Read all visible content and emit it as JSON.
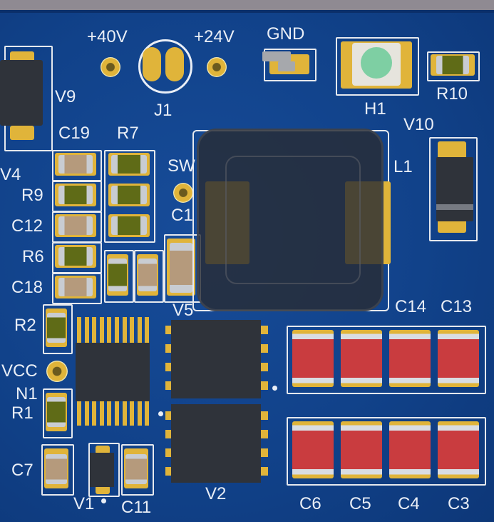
{
  "board": {
    "colors": {
      "solder_mask": "#11428a",
      "silkscreen": "#e9eef6",
      "copper": "#e0b43a",
      "capacitor": "#c93c3f",
      "ic_body": "#2f333a",
      "led": "#7ecfa3"
    },
    "labels": {
      "p40v": "+40V",
      "p24v": "+24V",
      "gnd": "GND",
      "j1": "J1",
      "h1": "H1",
      "r10": "R10",
      "v9": "V9",
      "c19": "C19",
      "r7": "R7",
      "v4": "V4",
      "r9": "R9",
      "sw": "SW",
      "c1": "C1",
      "l1": "L1",
      "v10": "V10",
      "c12": "C12",
      "r6": "R6",
      "c18": "C18",
      "v5": "V5",
      "c14": "C14",
      "c13": "C13",
      "r2": "R2",
      "vcc": "VCC",
      "n1": "N1",
      "r1": "R1",
      "c7": "C7",
      "v1": "V1",
      "c11": "C11",
      "v2": "V2",
      "c6": "C6",
      "c5": "C5",
      "c4": "C4",
      "c3": "C3"
    }
  }
}
